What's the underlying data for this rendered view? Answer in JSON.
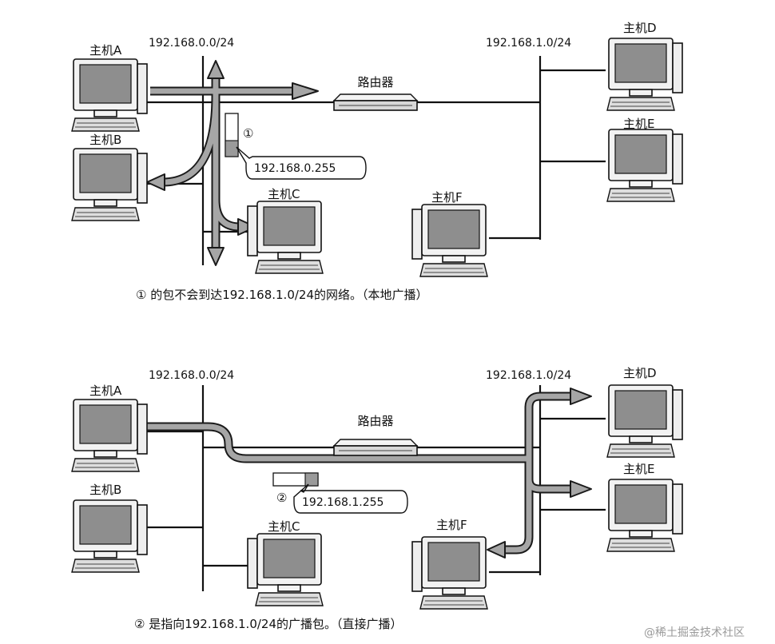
{
  "top": {
    "net_left": "192.168.0.0/24",
    "net_right": "192.168.1.0/24",
    "router": "路由器",
    "host_a": "主机A",
    "host_b": "主机B",
    "host_c": "主机C",
    "host_d": "主机D",
    "host_e": "主机E",
    "host_f": "主机F",
    "step": "①",
    "dest": "192.168.0.255",
    "caption": "① 的包不会到达192.168.1.0/24的网络。（本地广播）"
  },
  "bottom": {
    "net_left": "192.168.0.0/24",
    "net_right": "192.168.1.0/24",
    "router": "路由器",
    "host_a": "主机A",
    "host_b": "主机B",
    "host_c": "主机C",
    "host_d": "主机D",
    "host_e": "主机E",
    "host_f": "主机F",
    "step": "②",
    "dest": "192.168.1.255",
    "caption": "② 是指向192.168.1.0/24的广播包。（直接广播）"
  },
  "watermark": "@稀土掘金技术社区"
}
